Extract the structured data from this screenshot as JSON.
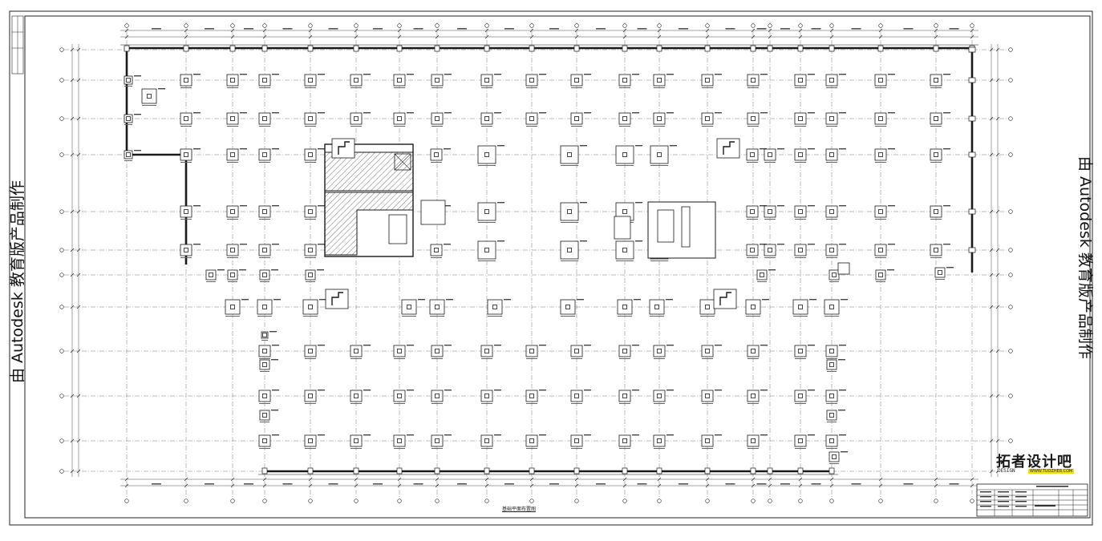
{
  "watermark": {
    "left": "由 Autodesk 教育版产品制作",
    "right": "由 Autodesk 教育版产品制作"
  },
  "logo": {
    "name_cn": "拓者设计吧",
    "name_en": "DESIGN",
    "url": "WWW.TUOZHE8.COM"
  },
  "drawing": {
    "title": "基础平面布置图"
  },
  "colors": {
    "paper": "#ffffff",
    "line": "#1a1a1a",
    "thin_line": "#555555",
    "hatch": "#333333"
  }
}
